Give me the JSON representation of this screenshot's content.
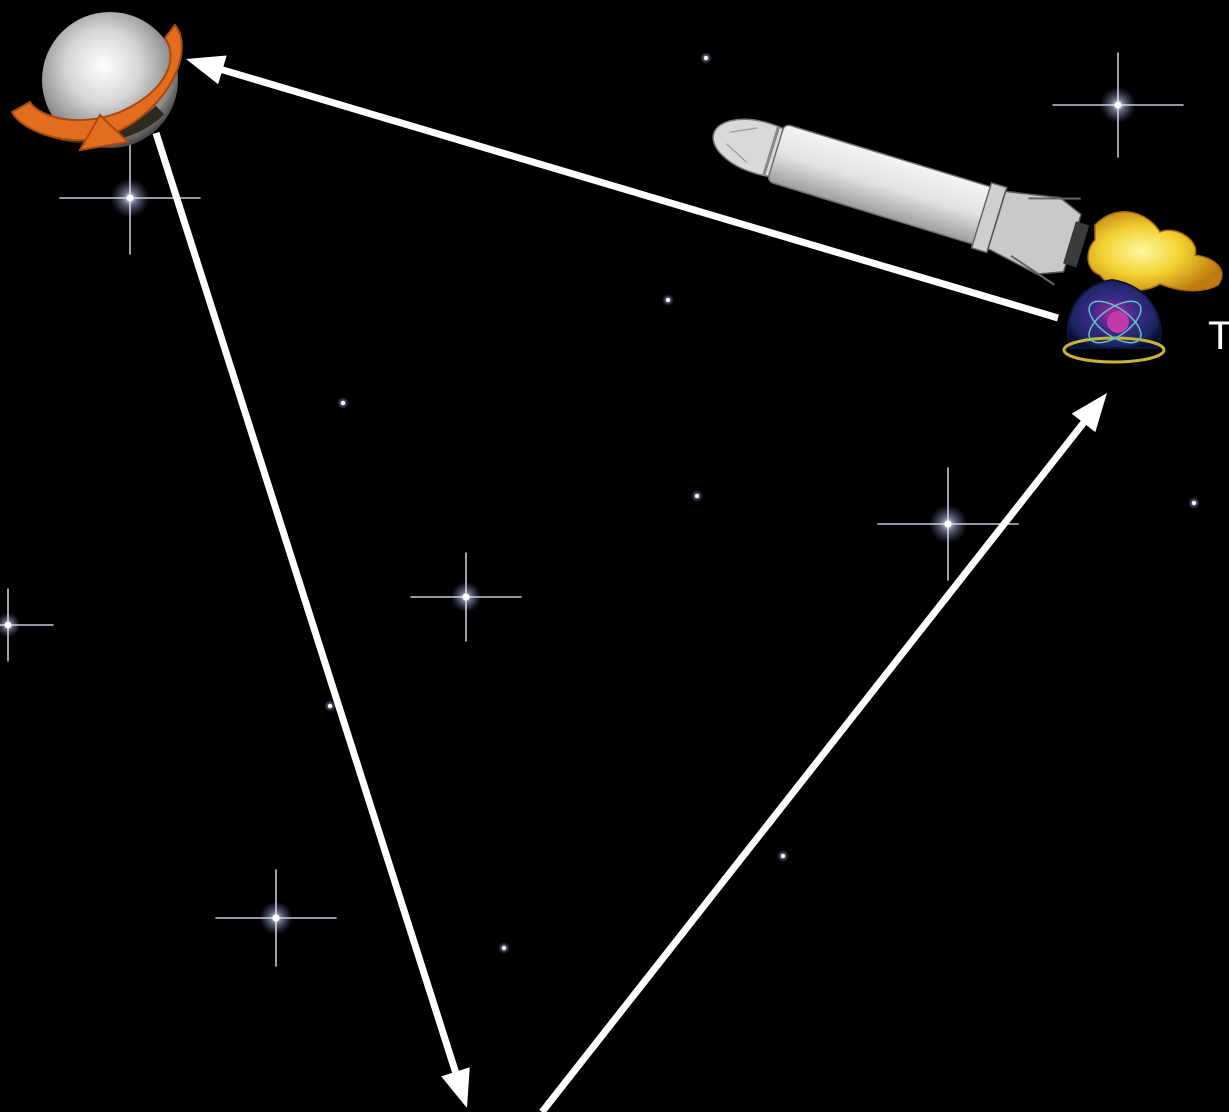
{
  "diagram": {
    "background_color": "#000000",
    "arrow_color": "#ffffff",
    "nodes": [
      {
        "id": "node-globe",
        "icon": "orbiting-globe-icon"
      },
      {
        "id": "node-emblem",
        "icon": "atom-emblem-icon",
        "label": "T"
      },
      {
        "id": "node-bottom",
        "icon": ""
      }
    ],
    "edges": [
      {
        "from": "node-emblem",
        "to": "node-globe"
      },
      {
        "from": "node-globe",
        "to": "node-bottom"
      },
      {
        "from": "node-bottom",
        "to": "node-emblem"
      }
    ],
    "decorations": [
      "rocket-icon",
      "rocket-flame-icon",
      "starfield"
    ]
  }
}
